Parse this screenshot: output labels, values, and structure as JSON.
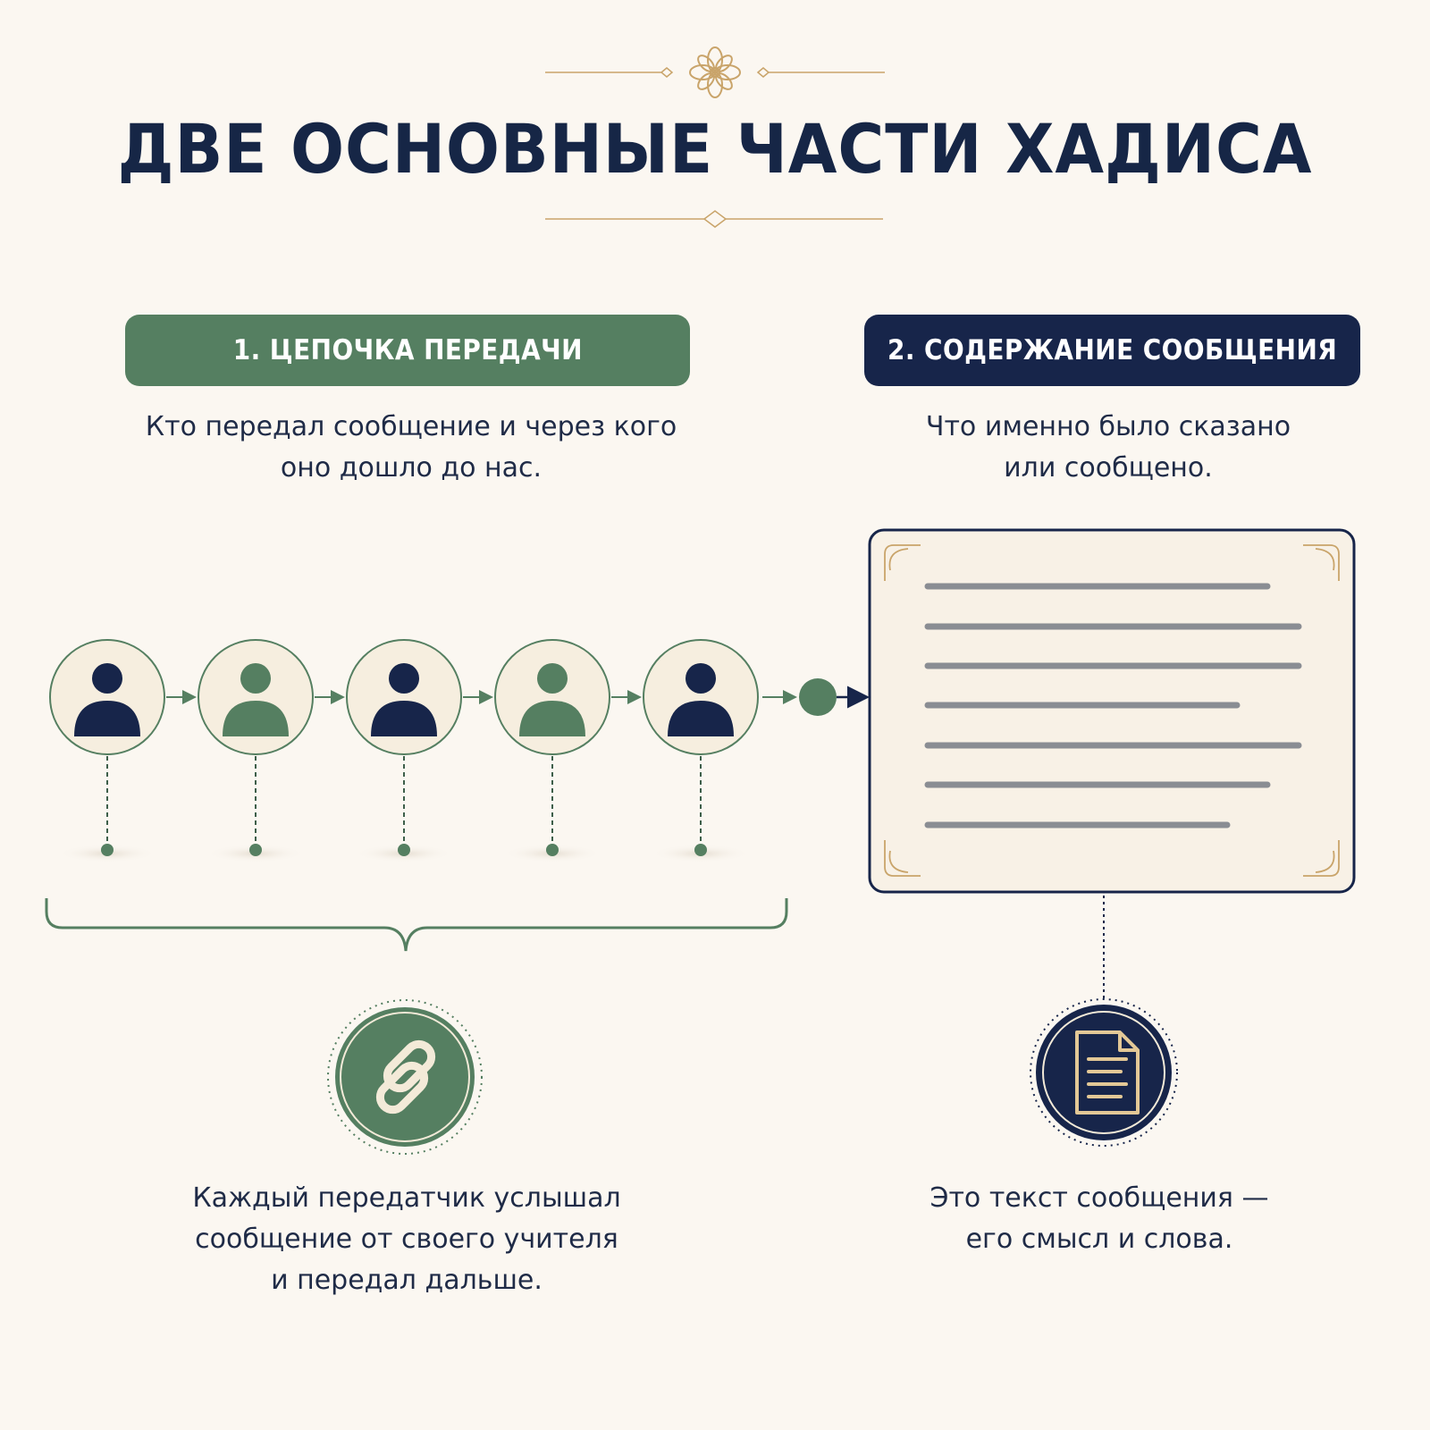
{
  "title": "ДВЕ ОСНОВНЫЕ ЧАСТИ ХАДИСА",
  "sections": [
    {
      "label": "1. ЦЕПОЧКА ПЕРЕДАЧИ",
      "description": [
        "Кто передал сообщение и через кого",
        "оно дошло до нас."
      ],
      "caption": [
        "Каждый передатчик услышал",
        "сообщение от своего учителя",
        "и передал дальше."
      ],
      "icon": "chain-link-icon"
    },
    {
      "label": "2. СОДЕРЖАНИЕ СООБЩЕНИЯ",
      "description": [
        "Что именно было сказано",
        "или сообщено."
      ],
      "caption": [
        "Это текст сообщения —",
        "его смысл и слова."
      ],
      "icon": "document-icon"
    }
  ],
  "chain": {
    "people": [
      "navy",
      "green",
      "navy",
      "green",
      "navy"
    ]
  },
  "colors": {
    "green": "#557f61",
    "navy": "#17254a",
    "gold": "#c9a46a",
    "background": "#fbf7f1"
  }
}
